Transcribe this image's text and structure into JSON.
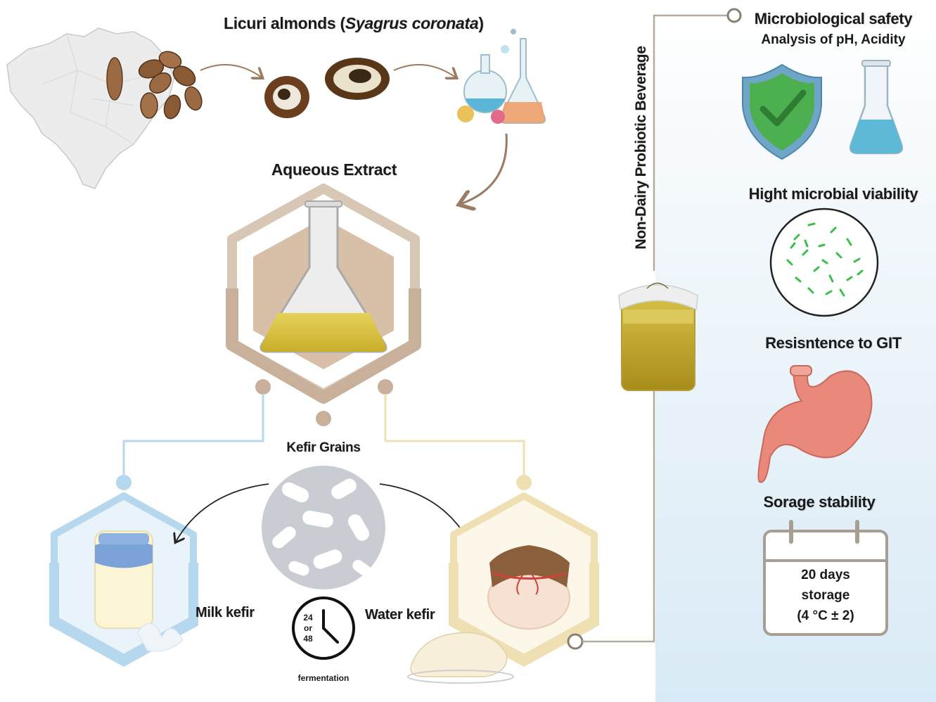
{
  "title_almonds": {
    "prefix": "Licuri almonds (",
    "species": "Syagrus coronata",
    "suffix": ")"
  },
  "labels": {
    "aqueous_extract": "Aqueous Extract",
    "kefir_grains": "Kefir Grains",
    "milk_kefir": "Milk kefir",
    "water_kefir": "Water kefir",
    "fermentation": "fermentation",
    "non_dairy": "Non-Dairy Probiotic Beverage"
  },
  "clock": {
    "line1": "24",
    "line2": "or",
    "line3": "48"
  },
  "right_panel": {
    "safety_title": "Microbiological safety",
    "safety_subtitle": "Analysis of pH, Acidity",
    "viability": "Hight microbial viability",
    "git": "Resisntence to GIT",
    "stability": "Sorage stability",
    "storage_line1": "20 days",
    "storage_line2": "storage",
    "storage_line3": "(4 °C ± 2)"
  },
  "colors": {
    "milk_blue": "#b6d8ee",
    "water_yellow": "#efe0b4",
    "extract_brown": "#c9b09a",
    "liquid_yellow": "#d8c23e",
    "shield_green": "#4caf50",
    "stomach_pink": "#e8897c"
  }
}
